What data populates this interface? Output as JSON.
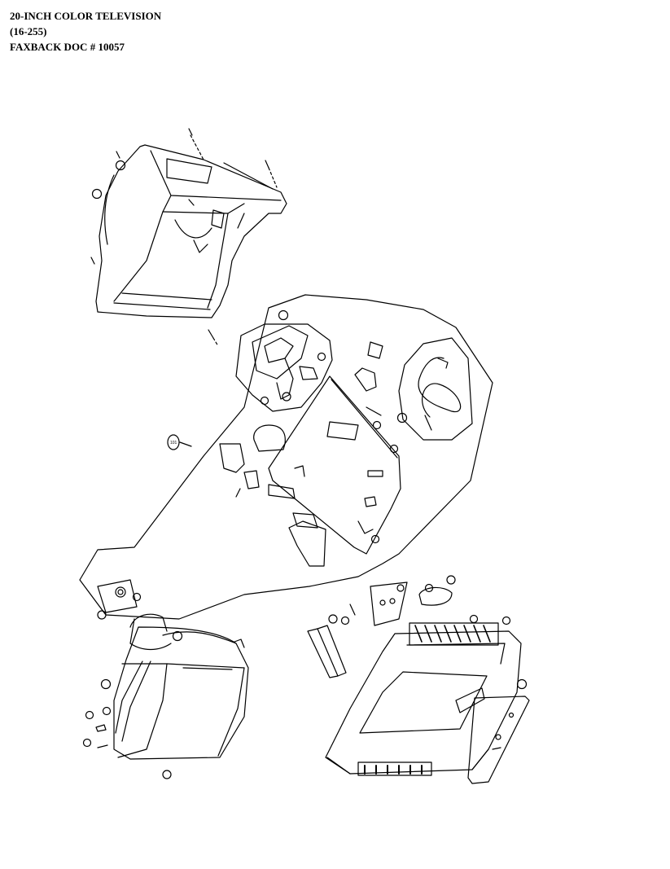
{
  "header": {
    "line1": "20-INCH COLOR TELEVISION",
    "line2": "(16-255)",
    "line3": "FAXBACK DOC # 10057"
  },
  "callouts": {
    "c101": "101"
  },
  "colors": {
    "ink": "#000000",
    "paper": "#ffffff"
  }
}
